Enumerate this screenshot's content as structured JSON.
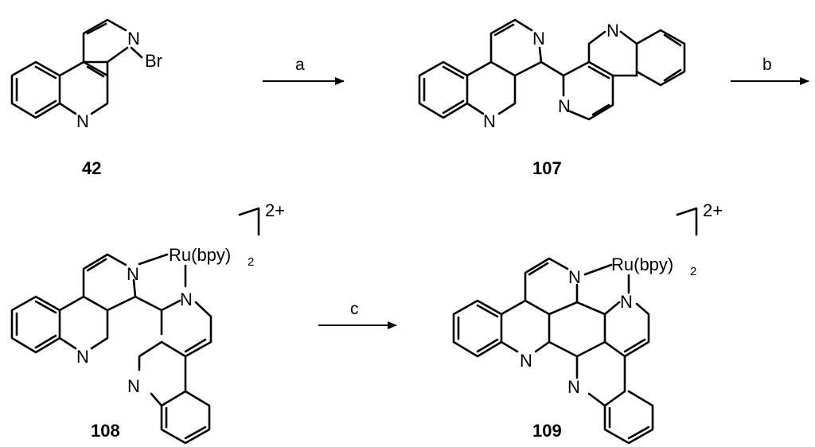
{
  "compounds": [
    {
      "label": "42"
    },
    {
      "label": "107"
    },
    {
      "label": "108"
    },
    {
      "label": "109"
    }
  ],
  "steps": [
    {
      "reagent": "a"
    },
    {
      "reagent": "b"
    },
    {
      "reagent": "c"
    }
  ],
  "atoms": {
    "N": "N",
    "Br": "Br",
    "Ru": "Ru(bpy)",
    "Ru_sub": "2",
    "charge": "2+"
  }
}
